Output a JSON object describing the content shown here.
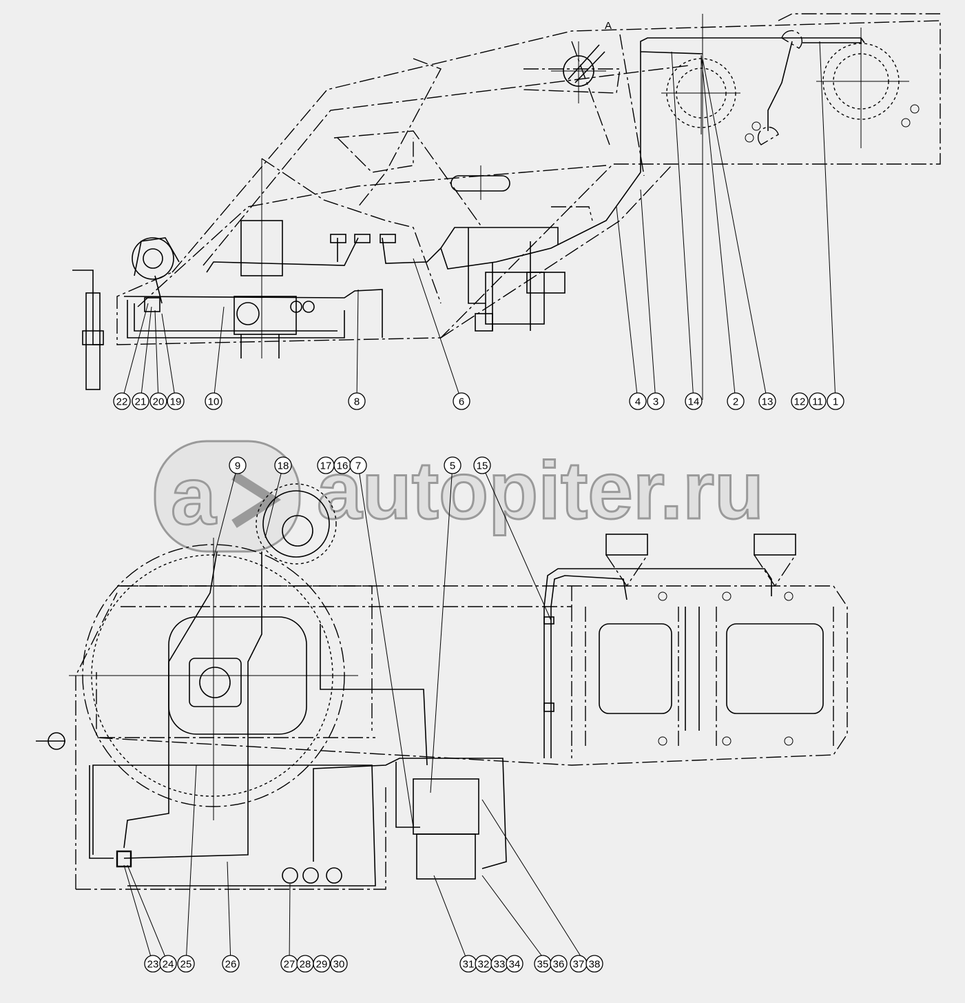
{
  "section_mark": "A",
  "watermark": {
    "logo_letter": "a",
    "text": "autopiter.ru"
  },
  "callouts": {
    "top": [
      "22",
      "21",
      "20",
      "19",
      "10",
      "8",
      "6",
      "4",
      "3",
      "14",
      "2",
      "13",
      "12",
      "11",
      "1"
    ],
    "bottom_upper": [
      "9",
      "18",
      "17",
      "16",
      "7",
      "5",
      "15"
    ],
    "bottom_lower": [
      "23",
      "24",
      "25",
      "26",
      "27",
      "28",
      "29",
      "30",
      "31",
      "32",
      "33",
      "34",
      "35",
      "36",
      "37",
      "38"
    ]
  }
}
